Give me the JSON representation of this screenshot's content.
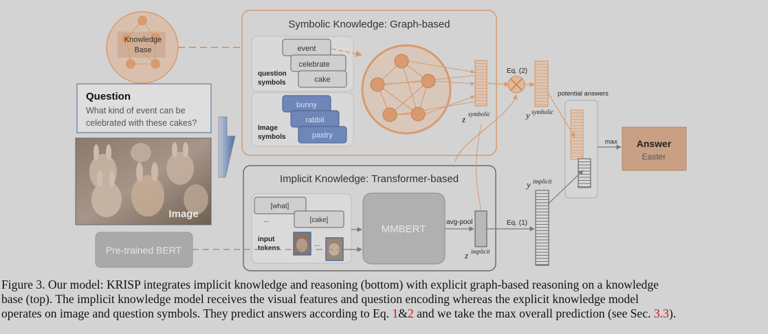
{
  "kb": {
    "label_line1": "Knowledge",
    "label_line2": "Base"
  },
  "symbolic": {
    "title": "Symbolic Knowledge: Graph-based",
    "question_symbols": [
      "event",
      "celebrate",
      "cake"
    ],
    "question_label_line1": "question",
    "question_label_line2": "symbols",
    "image_symbols": [
      "bunny",
      "rabbit",
      "pastry"
    ],
    "image_label_line1": "Image",
    "image_label_line2": "symbols",
    "z_label_base": "z",
    "z_label_sup": "symbolic",
    "eq_label": "Eq. (2)",
    "y_label_base": "y",
    "y_label_sup": "symbolic"
  },
  "question": {
    "heading": "Question",
    "text_line1": "What kind of event can be",
    "text_line2": "celebrated with these cakes?"
  },
  "image": {
    "label": "Image"
  },
  "implicit": {
    "title": "Implicit Knowledge: Transformer-based",
    "tokens": [
      "[what]",
      "[cake]"
    ],
    "ellipsis": "...",
    "input_label_line1": "input",
    "input_label_line2": "tokens",
    "mmbert_label": "MMBERT",
    "avgpool_label": "avg-pool",
    "z_label_base": "z",
    "z_label_sup": "implicit",
    "eq_label": "Eq. (1)",
    "y_label_base": "y",
    "y_label_sup": "implicit"
  },
  "bert": {
    "label": "Pre-trained BERT"
  },
  "potential_answers_label": "potential answers",
  "max_label": "max",
  "answer": {
    "title": "Answer",
    "value": "Easter"
  },
  "caption": {
    "line1": "Figure 3. Our model: KRISP integrates implicit knowledge and reasoning (bottom) with explicit graph-based reasoning on a knowledge",
    "line2": "base (top).  The implicit knowledge model receives the visual features and question encoding whereas the explicit knowledge model",
    "line3_a": "operates on image and question symbols. They predict answers according to Eq. ",
    "ref_eq1": "1",
    "amp": "&",
    "ref_eq2": "2",
    "line3_b": " and we take the max overall prediction (see Sec. ",
    "ref_sec": "3.3",
    "line3_c": ")."
  },
  "colors": {
    "orange": "#d89a6e",
    "orange_fill": "#e3b896",
    "blue_chip": "#6e86b8",
    "answer_fill": "#c9a083",
    "blue_arrow": "#4d6fa8"
  }
}
